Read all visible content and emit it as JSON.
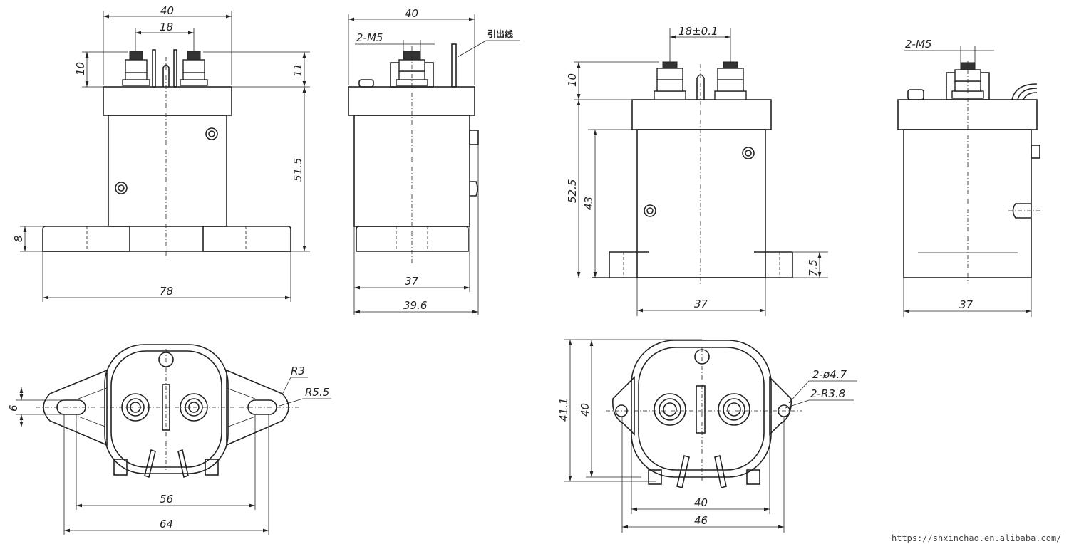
{
  "front_view": {
    "width_top": "40",
    "terminal_spacing": "18",
    "terminal_height": "10",
    "terminal_height_right": "11",
    "body_height": "51.5",
    "base_height": "8",
    "base_width": "78"
  },
  "side_view": {
    "width_top": "40",
    "thread_label": "2-M5",
    "lead_wire_label": "引出线",
    "body_width": "37",
    "overall_width": "39.6"
  },
  "front_view_b": {
    "terminal_spacing": "18±0.1",
    "terminal_height": "10",
    "overall_height": "52.5",
    "body_height": "43",
    "foot_height": "7.5",
    "body_width": "37"
  },
  "side_view_b": {
    "thread_label": "2-M5",
    "body_width": "37"
  },
  "top_view": {
    "radius_small": "R3",
    "radius_large": "R5.5",
    "slot_width": "6",
    "hole_spacing": "56",
    "flange_width": "64"
  },
  "top_view_b": {
    "overall_height": "41.1",
    "body_height": "40",
    "hole_diameter": "2-ø4.7",
    "flange_radius": "2-R3.8",
    "body_width": "40",
    "flange_width": "46"
  },
  "watermark": "https://shxinchao.en.alibaba.com/"
}
